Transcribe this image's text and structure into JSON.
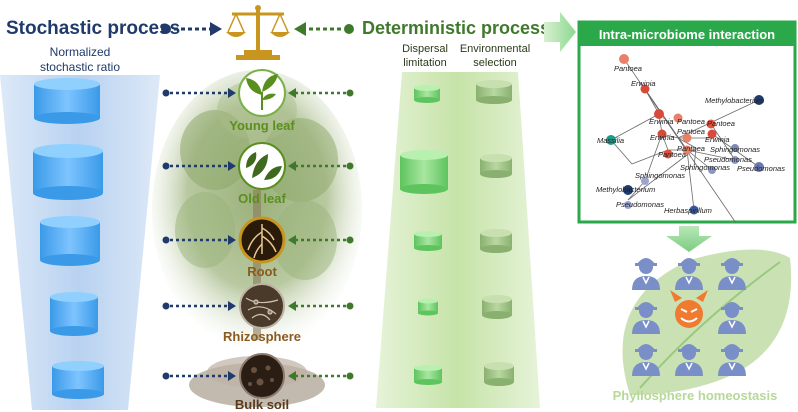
{
  "left": {
    "title": "Stochastic process",
    "subtitle_line1": "Normalized",
    "subtitle_line2": "stochastic ratio",
    "color": "#1f3a6b"
  },
  "right": {
    "title": "Deterministic process",
    "col1_line1": "Dispersal",
    "col1_line2": "limitation",
    "col2_line1": "Environmental",
    "col2_line2": "selection",
    "color": "#3f7a2c"
  },
  "compartments": [
    {
      "id": "young-leaf",
      "label": "Young leaf",
      "color": "#5a8f1e"
    },
    {
      "id": "old-leaf",
      "label": "Old leaf",
      "color": "#5a8f1e"
    },
    {
      "id": "root",
      "label": "Root",
      "color": "#8b5a1e"
    },
    {
      "id": "rhizosphere",
      "label": "Rhizosphere",
      "color": "#8b5a1e"
    },
    {
      "id": "bulk-soil",
      "label": "Bulk soil",
      "color": "#5a3a1e"
    }
  ],
  "network": {
    "title": "Intra-microbiome interaction",
    "header_color": "#2aa84a",
    "nodes": [
      {
        "label": "Pantoea",
        "color": "#e8806a"
      },
      {
        "label": "Erwinia",
        "color": "#d84a3a"
      },
      {
        "label": "Methylobacterium",
        "color": "#1f3a6b"
      },
      {
        "label": "Erwinia",
        "color": "#d84a3a"
      },
      {
        "label": "Pantoea",
        "color": "#e8806a"
      },
      {
        "label": "Pantoea",
        "color": "#e0503a"
      },
      {
        "label": "Erwinia",
        "color": "#d84a3a"
      },
      {
        "label": "Erwinia",
        "color": "#d84a3a"
      },
      {
        "label": "Pantoea",
        "color": "#e8806a"
      },
      {
        "label": "Pantoea",
        "color": "#e8806a"
      },
      {
        "label": "Sphingomonas",
        "color": "#7a8ab8"
      },
      {
        "label": "Massilia",
        "color": "#1f9a8a"
      },
      {
        "label": "Pantoea",
        "color": "#e0503a"
      },
      {
        "label": "Pseudomonas",
        "color": "#8a96c8"
      },
      {
        "label": "Pseudomonas",
        "color": "#6a7ab0"
      },
      {
        "label": "Sphingomonas",
        "color": "#8a96c8"
      },
      {
        "label": "Sphingomonas",
        "color": "#9aa6d0"
      },
      {
        "label": "Methylobacterium",
        "color": "#1f3a6b"
      },
      {
        "label": "Pseudomonas",
        "color": "#9aa6d0"
      },
      {
        "label": "Herbaspirillum",
        "color": "#3a5a9a"
      }
    ]
  },
  "homeostasis": {
    "label": "Phyllosphere homeostasis",
    "color": "#b8d89a",
    "person_color": "#7a8fc8",
    "pathogen_color": "#f07a30"
  }
}
